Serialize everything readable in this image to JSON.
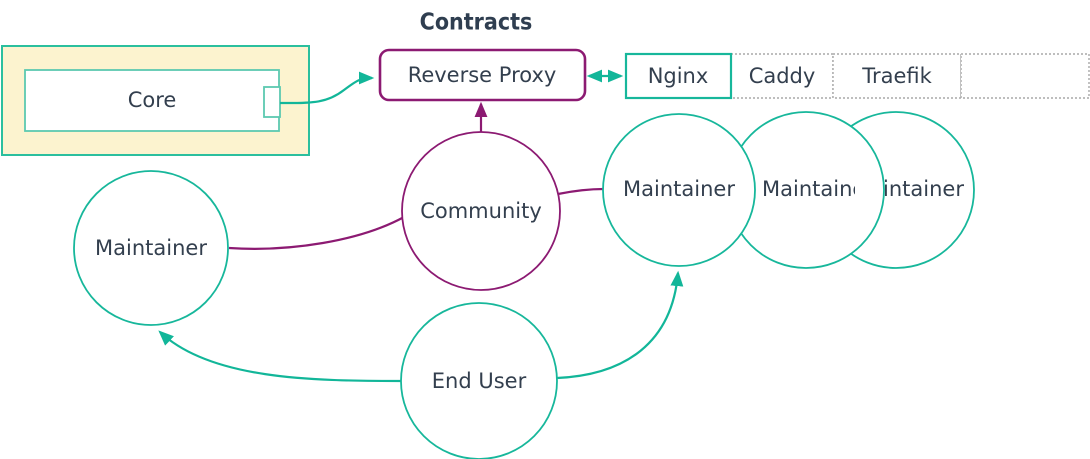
{
  "diagram": {
    "title": "Contracts",
    "colors": {
      "teal": "#12b699",
      "purple": "#8c1a72",
      "text": "#333f4e",
      "yellow_fill": "#fcf3cf",
      "dotted_border": "#a9a9a9",
      "background": "#ffffff"
    },
    "boxes": {
      "core": {
        "label": "Core",
        "port_label": ""
      },
      "reverse_proxy": {
        "label": "Reverse Proxy"
      }
    },
    "table": {
      "cells": [
        {
          "label": "Nginx",
          "style": "solid-teal"
        },
        {
          "label": "Caddy",
          "style": "dotted"
        },
        {
          "label": "Traefik",
          "style": "dotted"
        },
        {
          "label": "",
          "style": "dotted"
        }
      ]
    },
    "circles": [
      {
        "id": "maintainer-left",
        "label": "Maintainer",
        "color": "teal"
      },
      {
        "id": "community",
        "label": "Community",
        "color": "purple"
      },
      {
        "id": "maintainer-1",
        "label": "Maintainer",
        "color": "teal"
      },
      {
        "id": "maintainer-2",
        "label": "Maintainer",
        "color": "teal"
      },
      {
        "id": "maintainer-3",
        "label": "Maintainer",
        "color": "teal"
      },
      {
        "id": "end-user",
        "label": "End User",
        "color": "teal"
      }
    ],
    "edges": [
      {
        "id": "core-to-proxy",
        "from": "Core",
        "to": "Reverse Proxy",
        "color": "teal",
        "arrow": "single"
      },
      {
        "id": "proxy-to-nginx",
        "from": "Reverse Proxy",
        "to": "Nginx",
        "color": "teal",
        "arrow": "double"
      },
      {
        "id": "community-to-proxy",
        "from": "Community",
        "to": "Reverse Proxy",
        "color": "purple",
        "arrow": "single"
      },
      {
        "id": "community-to-maintainer-left",
        "from": "Community",
        "to": "Maintainer",
        "color": "purple",
        "arrow": "none"
      },
      {
        "id": "community-to-maintainer-right",
        "from": "Community",
        "to": "Maintainer",
        "color": "purple",
        "arrow": "none"
      },
      {
        "id": "enduser-to-maintainer-left",
        "from": "End User",
        "to": "Maintainer",
        "color": "teal",
        "arrow": "single"
      },
      {
        "id": "enduser-to-maintainer-right",
        "from": "End User",
        "to": "Maintainer",
        "color": "teal",
        "arrow": "single"
      }
    ]
  }
}
